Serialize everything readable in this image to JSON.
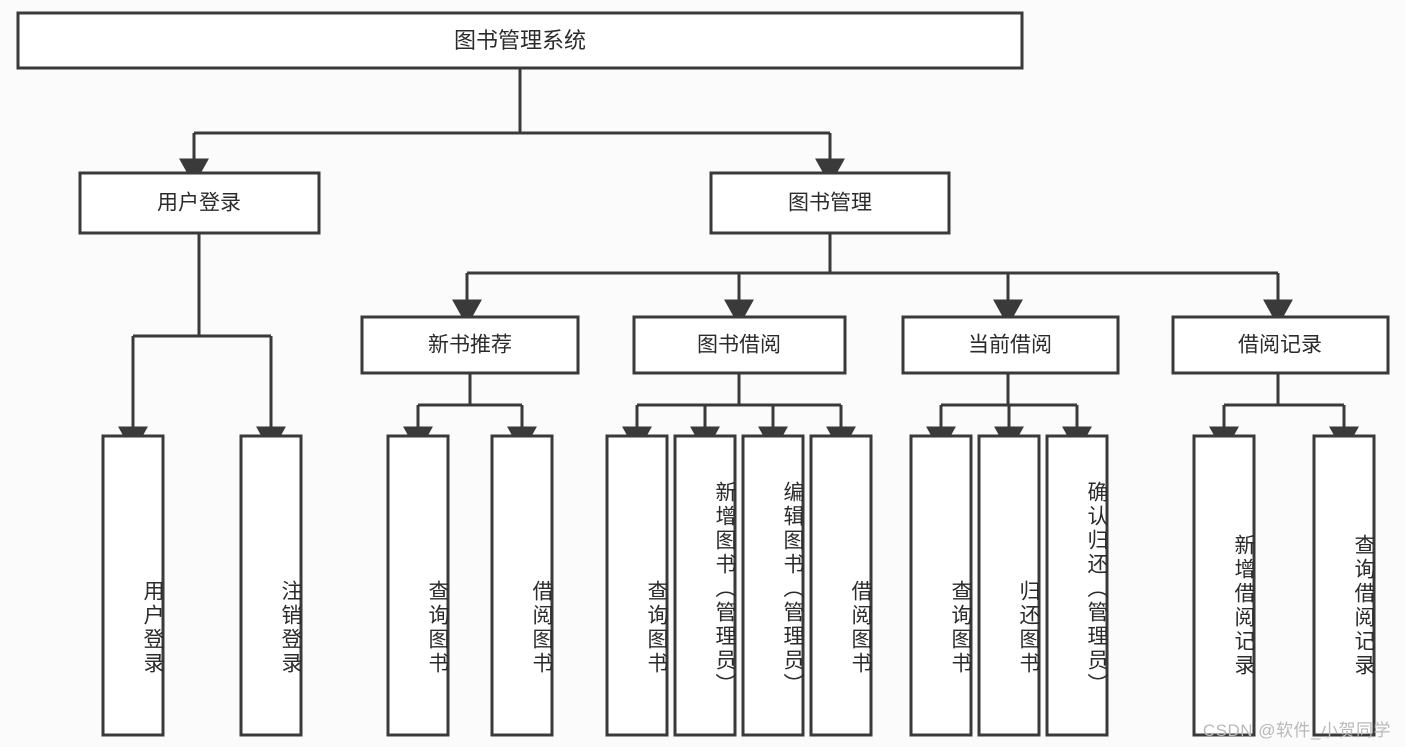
{
  "diagram": {
    "type": "tree",
    "title": "图书管理系统",
    "background_color": "#fbfbfb",
    "line_color": "#3a3a3a",
    "box_fill": "#ffffff",
    "text_color": "#2b2b2b",
    "root": {
      "label": "图书管理系统",
      "children": [
        {
          "label": "用户登录",
          "children": [
            {
              "label": "用户登录"
            },
            {
              "label": "注销登录"
            }
          ]
        },
        {
          "label": "图书管理",
          "children": [
            {
              "label": "新书推荐",
              "children": [
                {
                  "label": "查询图书"
                },
                {
                  "label": "借阅图书"
                }
              ]
            },
            {
              "label": "图书借阅",
              "children": [
                {
                  "label": "查询图书"
                },
                {
                  "label": "新增图书（管理员）"
                },
                {
                  "label": "编辑图书（管理员）"
                },
                {
                  "label": "借阅图书"
                }
              ]
            },
            {
              "label": "当前借阅",
              "children": [
                {
                  "label": "查询图书"
                },
                {
                  "label": "归还图书"
                },
                {
                  "label": "确认归还（管理员）"
                }
              ]
            },
            {
              "label": "借阅记录",
              "children": [
                {
                  "label": "新增借阅记录"
                },
                {
                  "label": "查询借阅记录"
                }
              ]
            }
          ]
        }
      ]
    }
  },
  "nodes": {
    "root": "图书管理系统",
    "l1": {
      "user_login": "用户登录",
      "book_manage": "图书管理"
    },
    "l2": {
      "new_book_rec": "新书推荐",
      "book_borrow": "图书借阅",
      "current_borrow": "当前借阅",
      "borrow_record": "借阅记录"
    },
    "leaves": {
      "user_login_1": "用户登录",
      "user_login_2": "注销登录",
      "new_book_1": "查询图书",
      "new_book_2": "借阅图书",
      "borrow_1": "查询图书",
      "borrow_2": "新增图书（管理员）",
      "borrow_3": "编辑图书（管理员）",
      "borrow_4": "借阅图书",
      "current_1": "查询图书",
      "current_2": "归还图书",
      "current_3": "确认归还（管理员）",
      "record_1": "新增借阅记录",
      "record_2": "查询借阅记录"
    }
  },
  "watermark": {
    "text": "CSDN @软件_小贺同学"
  }
}
